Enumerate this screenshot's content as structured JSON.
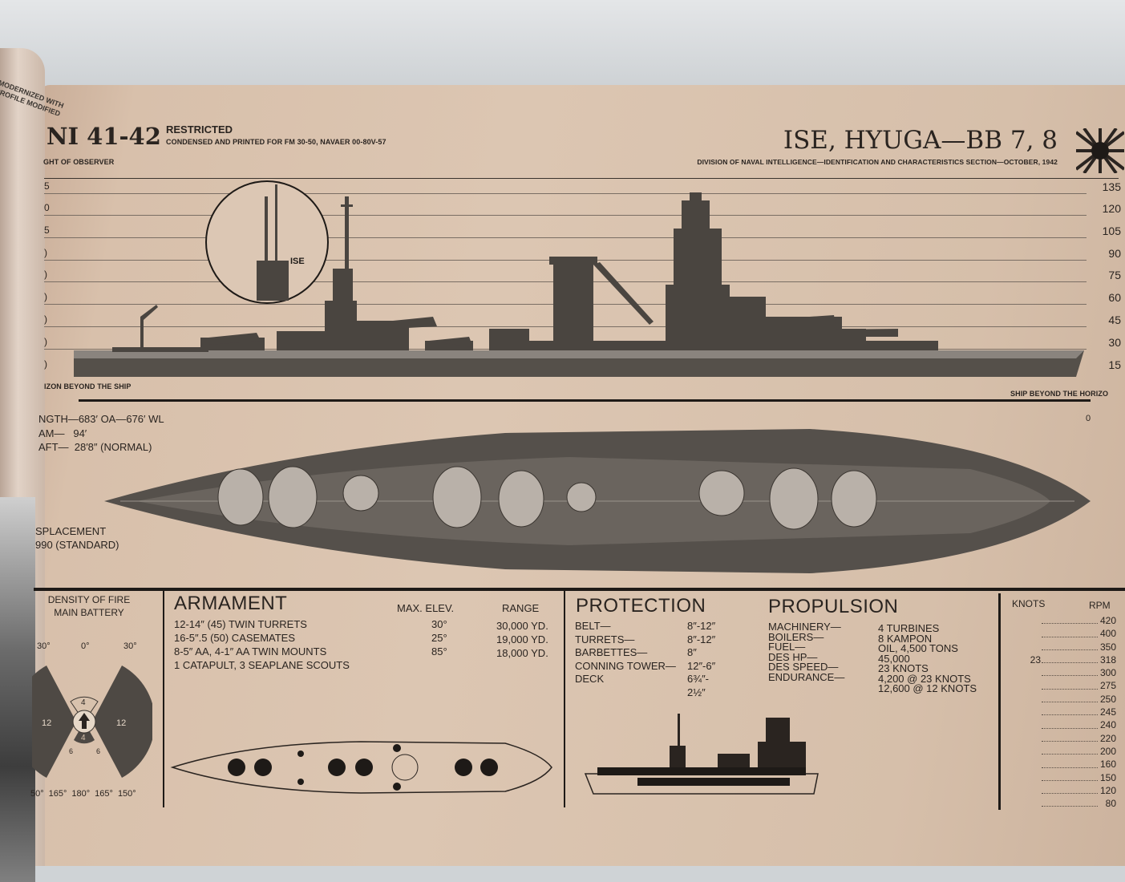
{
  "curl_text": [
    "MODERNIZED WITH",
    "PROFILE MODIFIED"
  ],
  "header": {
    "code": "NI 41-42",
    "restricted": "RESTRICTED",
    "condensed": "CONDENSED AND PRINTED FOR FM 30-50, NAVAER  00-80V-57",
    "title": "ISE, HYUGA—BB 7, 8",
    "division": "DIVISION OF NAVAL INTELLIGENCE—IDENTIFICATION AND CHARACTERISTICS SECTION—OCTOBER, 1942",
    "observer": "GHT OF OBSERVER"
  },
  "profile": {
    "inset_label": "ISE",
    "right_scale": [
      "135",
      "120",
      "105",
      "90",
      "75",
      "60",
      "45",
      "30",
      "15"
    ],
    "left_scale": [
      "5",
      "0",
      "5",
      ")",
      ")",
      ")",
      ")",
      ")",
      ")"
    ],
    "horizon_left": "IZON BEYOND THE SHIP",
    "horizon_right": "SHIP BEYOND THE HORIZO",
    "zero": "0"
  },
  "dimensions": {
    "length": "NGTH—683′ OA—676′ WL",
    "beam": "AM—   94′",
    "draft": "AFT—  28′8″ (NORMAL)",
    "displacement_label": "SPLACEMENT",
    "displacement": "990 (STANDARD)"
  },
  "density": {
    "title1": "DENSITY OF FIRE",
    "title2": "MAIN BATTERY",
    "top": [
      "30°",
      "0°",
      "30°"
    ],
    "bottom": [
      "50°",
      "165°",
      "180°",
      "165°",
      "150°"
    ],
    "sectors": [
      "12",
      "12",
      "4",
      "4",
      "6",
      "6"
    ]
  },
  "armament": {
    "title": "ARMAMENT",
    "col_elev": "MAX. ELEV.",
    "col_range": "RANGE",
    "rows": [
      {
        "item": "12-14″ (45) TWIN TURRETS",
        "elev": "30°",
        "range": "30,000 YD."
      },
      {
        "item": "16-5″.5 (50) CASEMATES",
        "elev": "25°",
        "range": "19,000 YD."
      },
      {
        "item": "8-5″ AA, 4-1″ AA TWIN MOUNTS",
        "elev": "85°",
        "range": "18,000 YD."
      },
      {
        "item": "1 CATAPULT, 3 SEAPLANE SCOUTS",
        "elev": "",
        "range": ""
      }
    ]
  },
  "protection": {
    "title": "PROTECTION",
    "rows": [
      {
        "label": "BELT—",
        "value": "8″-12″"
      },
      {
        "label": "TURRETS—",
        "value": "8″-12″"
      },
      {
        "label": "BARBETTES—",
        "value": "8″"
      },
      {
        "label": "CONNING TOWER—",
        "value": "12″-6″"
      },
      {
        "label": "DECK",
        "value": "6¾″-"
      },
      {
        "label": "",
        "value": "2½″"
      }
    ]
  },
  "propulsion": {
    "title": "PROPULSION",
    "rows": [
      {
        "label": "MACHINERY—",
        "value": "4 TURBINES"
      },
      {
        "label": "BOILERS—",
        "value": "8 KAMPON"
      },
      {
        "label": "FUEL—",
        "value": "OIL, 4,500 TONS"
      },
      {
        "label": "DES HP—",
        "value": "45,000"
      },
      {
        "label": "DES SPEED—",
        "value": "23 KNOTS"
      },
      {
        "label": "ENDURANCE—",
        "value": "4,200 @ 23 KNOTS"
      },
      {
        "label": "",
        "value": "12,600 @ 12 KNOTS"
      }
    ]
  },
  "speed_table": {
    "col_knots": "KNOTS",
    "col_rpm": "RPM",
    "rows": [
      {
        "knots": "",
        "rpm": "420"
      },
      {
        "knots": "",
        "rpm": "400"
      },
      {
        "knots": "",
        "rpm": "350"
      },
      {
        "knots": "23",
        "rpm": "318"
      },
      {
        "knots": "",
        "rpm": "300"
      },
      {
        "knots": "",
        "rpm": "275"
      },
      {
        "knots": "",
        "rpm": "250"
      },
      {
        "knots": "",
        "rpm": "245"
      },
      {
        "knots": "",
        "rpm": "240"
      },
      {
        "knots": "",
        "rpm": "220"
      },
      {
        "knots": "",
        "rpm": "200"
      },
      {
        "knots": "",
        "rpm": "160"
      },
      {
        "knots": "",
        "rpm": "150"
      },
      {
        "knots": "",
        "rpm": "120"
      },
      {
        "knots": "",
        "rpm": "80"
      }
    ]
  }
}
